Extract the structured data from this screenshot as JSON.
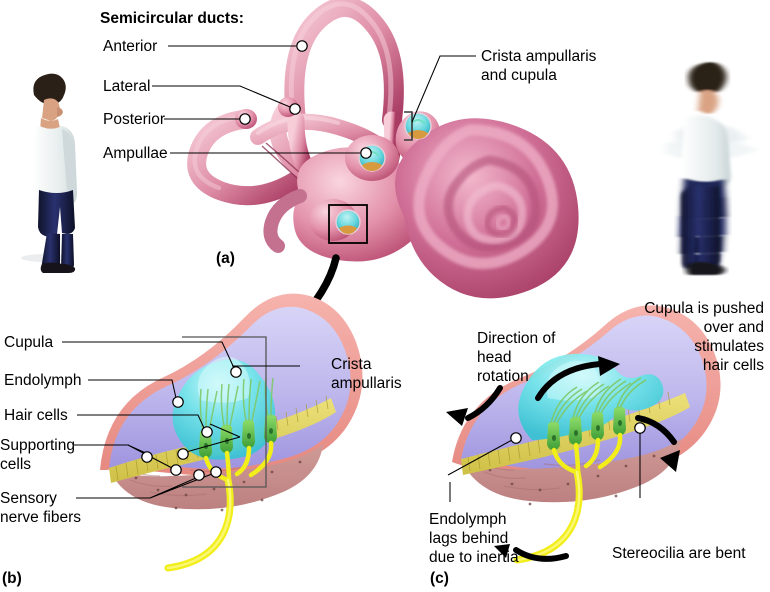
{
  "figure": {
    "title_group": "Semicircular ducts:",
    "panels": [
      {
        "id": "a",
        "letter": "(a)"
      },
      {
        "id": "b",
        "letter": "(b)"
      },
      {
        "id": "c",
        "letter": "(c)"
      }
    ]
  },
  "panel_a": {
    "heading": "Semicircular ducts:",
    "labels": {
      "anterior": "Anterior",
      "lateral": "Lateral",
      "posterior": "Posterior",
      "ampullae": "Ampullae",
      "crista_cupula_line1": "Crista ampullaris",
      "crista_cupula_line2": "and cupula"
    },
    "letter": "(a)",
    "figures": {
      "standing_person": "standing-man-figure",
      "rotating_person": "rotating-man-figure"
    }
  },
  "panel_b": {
    "letter": "(b)",
    "labels": {
      "cupula": "Cupula",
      "endolymph": "Endolymph",
      "hair_cells": "Hair cells",
      "supporting_cells_line1": "Supporting",
      "supporting_cells_line2": "cells",
      "sensory_line1": "Sensory",
      "sensory_line2": "nerve fibers",
      "crista_line1": "Crista",
      "crista_line2": "ampullaris"
    }
  },
  "panel_c": {
    "letter": "(c)",
    "labels": {
      "direction_line1": "Direction of",
      "direction_line2": "head",
      "direction_line3": "rotation",
      "cupula_pushed_line1": "Cupula is pushed",
      "cupula_pushed_line2": "over and",
      "cupula_pushed_line3": "stimulates",
      "cupula_pushed_line4": "hair cells",
      "endolymph_lags_line1": "Endolymph",
      "endolymph_lags_line2": "lags behind",
      "endolymph_lags_line3": "due to inertia",
      "stereocilia": "Stereocilia are bent"
    }
  },
  "colors": {
    "duct_pink": "#e6889f",
    "duct_pink_dark": "#b4456b",
    "duct_pink_light": "#f4b9c8",
    "cochlea_rose": "#c2537c",
    "wall_salmon": "#f09a94",
    "endolymph_lavender": "#c3bdee",
    "cupula_cyan": "#55e2e8",
    "hair_cell_green": "#63c24a",
    "supporting_yellow": "#e2d659",
    "tissue_mauve": "#c98f8d",
    "nerve_yellow": "#f2ee1a",
    "shirt_white": "#eef2f2",
    "trouser_navy": "#1b1f43",
    "leader_black": "#000000"
  }
}
